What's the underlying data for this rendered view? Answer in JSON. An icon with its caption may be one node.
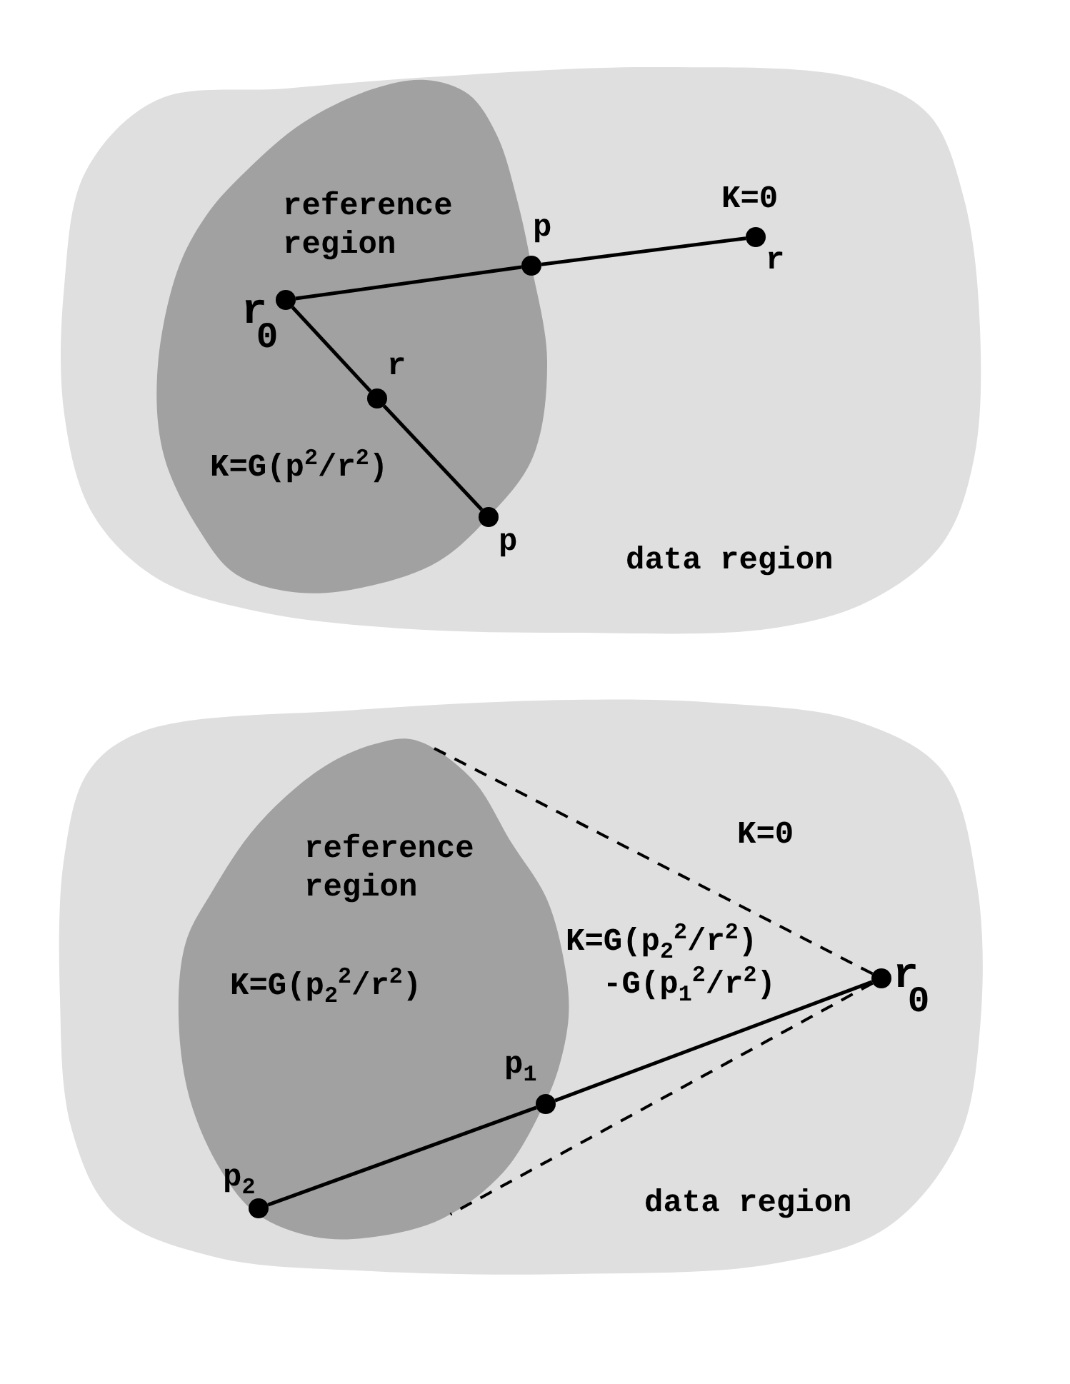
{
  "diagram": {
    "nodes": [
      {
        "text": [
          "data region"
        ]
      },
      {
        "text": [
          "reference region",
          "K=G(p$^{2}$/r$^{2}$)"
        ],
        "in": 0
      },
      {
        "text": [],
        "shape": "circle",
        "beside": [
          "r$_{0}$"
        ],
        "in": 1
      },
      {
        "text": [],
        "shape": "circle",
        "beside": [
          "p"
        ],
        "in": 1
      },
      {
        "text": [],
        "shape": "circle",
        "beside": [
          "K=0",
          "r"
        ],
        "in": 0
      },
      {
        "text": [],
        "shape": "circle",
        "beside": [
          "r"
        ],
        "in": 1
      },
      {
        "text": [],
        "shape": "circle",
        "beside": [
          "p"
        ],
        "in": 0
      },
      {
        "text": [
          "K=0",
          "K=G(p$_{2}$$^{2}$/r$^{2}$) -G(p$_{1}$$^{2}$/r$^{2}$)",
          "data region"
        ]
      },
      {
        "text": [
          "reference region",
          "K=G(p$_{2}$$^{2}$/r$^{2}$)"
        ],
        "in": 7
      },
      {
        "text": [],
        "shape": "circle",
        "beside": [
          "r$_{0}$"
        ],
        "in": 7
      },
      {
        "text": [],
        "shape": "circle",
        "beside": [
          "p$_{1}$"
        ],
        "in": 7
      },
      {
        "text": [],
        "shape": "circle",
        "beside": [
          "p$_{2}$"
        ],
        "in": 8
      }
    ],
    "edges": [
      {
        "from": 2,
        "to": 3,
        "arrow": "none"
      },
      {
        "from": 3,
        "to": 4,
        "arrow": "none"
      },
      {
        "from": 2,
        "to": 5,
        "arrow": "none"
      },
      {
        "from": 5,
        "to": 6,
        "arrow": "none"
      },
      {
        "from": 9,
        "to": 10,
        "arrow": "none"
      },
      {
        "from": 10,
        "to": 11,
        "arrow": "none"
      },
      {
        "from": 9,
        "to": 8,
        "arrow": "none",
        "style": "dashed"
      },
      {
        "from": 9,
        "to": 8,
        "arrow": "none",
        "style": "dashed"
      }
    ]
  }
}
